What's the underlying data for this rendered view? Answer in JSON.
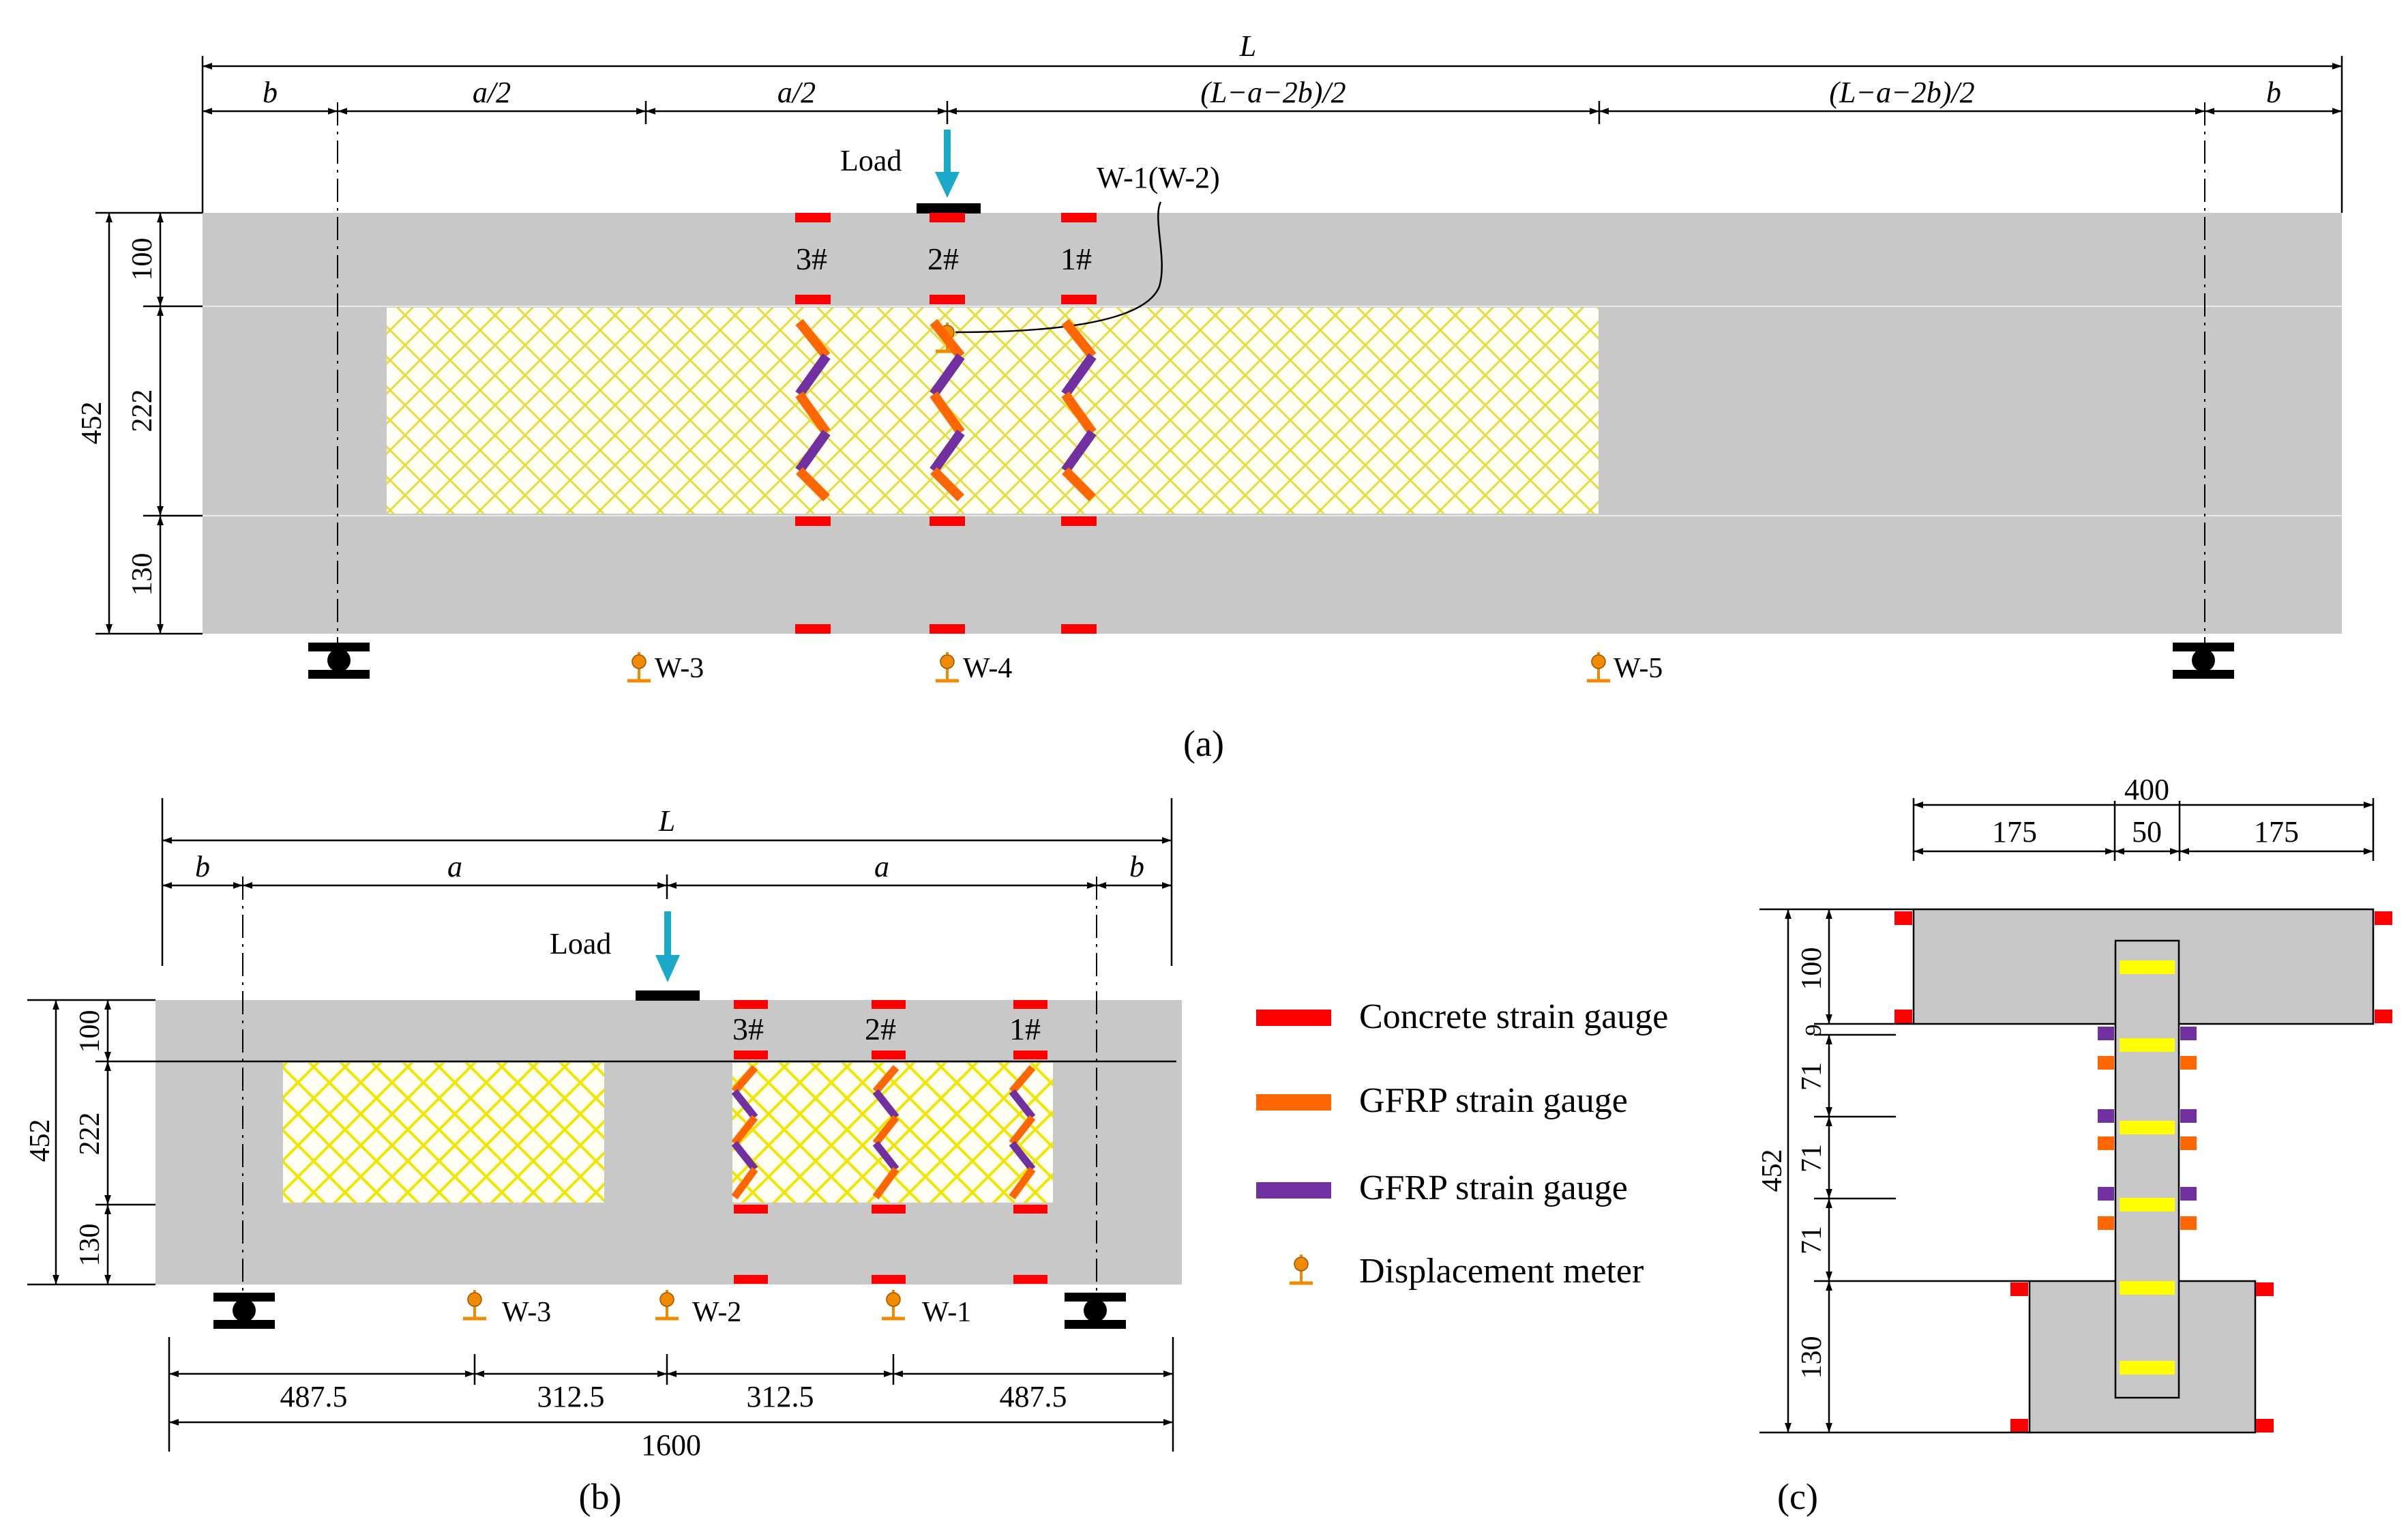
{
  "colors": {
    "concrete": "#c8c8c8",
    "concrete_gauge": "#ff0000",
    "gfrp_gauge_orange": "#ff6600",
    "gfrp_gauge_purple": "#7030a0",
    "displacement_meter": "#f08a00",
    "load_arrow": "#1aa9c8",
    "grid_yellow": "#e8dc3a",
    "web_plate_yellow": "#ffff00"
  },
  "panel_a": {
    "label": "(a)",
    "dims": {
      "L": "L",
      "b_left": "b",
      "a_half_1": "a/2",
      "a_half_2": "a/2",
      "rest_1": "(L−a−2b)/2",
      "rest_2": "(L−a−2b)/2",
      "b_right": "b",
      "h_total": "452",
      "h_top": "100",
      "h_web": "222",
      "h_bot": "130"
    },
    "load_label": "Load",
    "meter_top_label": "W-1(W-2)",
    "gauge_labels": [
      "3#",
      "2#",
      "1#"
    ],
    "meters": [
      "W-3",
      "W-4",
      "W-5"
    ]
  },
  "panel_b": {
    "label": "(b)",
    "dims": {
      "L": "L",
      "b_left": "b",
      "a_left": "a",
      "a_right": "a",
      "b_right": "b",
      "h_total": "452",
      "h_top": "100",
      "h_web": "222",
      "h_bot": "130",
      "bottom": [
        "487.5",
        "312.5",
        "312.5",
        "487.5"
      ],
      "total": "1600"
    },
    "load_label": "Load",
    "gauge_labels": [
      "3#",
      "2#",
      "1#"
    ],
    "meters": [
      "W-3",
      "W-2",
      "W-1"
    ]
  },
  "panel_c": {
    "label": "(c)",
    "dims": {
      "width_total": "400",
      "top": [
        "175",
        "50",
        "175"
      ],
      "h_total": "452",
      "left": [
        "100",
        "9",
        "71",
        "71",
        "71",
        "130"
      ]
    }
  },
  "legend": {
    "items": [
      {
        "label": "Concrete strain gauge",
        "icon": "red-bar-icon"
      },
      {
        "label": "GFRP strain gauge",
        "icon": "orange-bar-icon"
      },
      {
        "label": "GFRP strain gauge",
        "icon": "purple-bar-icon"
      },
      {
        "label": "Displacement meter",
        "icon": "displacement-meter-icon"
      }
    ]
  }
}
